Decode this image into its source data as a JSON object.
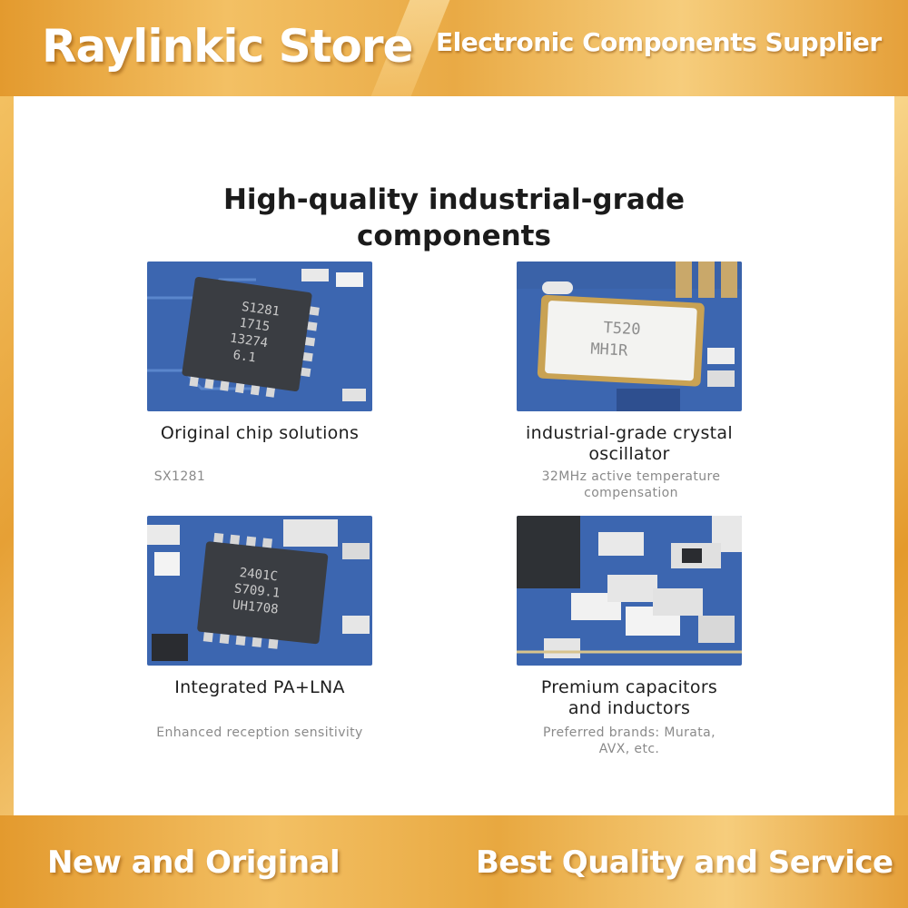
{
  "header": {
    "store_name": "Raylinkic Store",
    "tagline": "Electronic Components Supplier"
  },
  "main": {
    "headline_line1": "High-quality industrial-grade",
    "headline_line2": "components",
    "cards": [
      {
        "title_line1": "Original chip solutions",
        "title_line2": "",
        "subtitle_line1": "SX1281",
        "subtitle_line2": "",
        "chip_marking": [
          "S1281",
          "1715",
          "13274",
          "6.1"
        ]
      },
      {
        "title_line1": "industrial-grade crystal",
        "title_line2": "oscillator",
        "subtitle_line1": "32MHz active temperature",
        "subtitle_line2": "compensation",
        "chip_marking": [
          "T520",
          "MH1R"
        ]
      },
      {
        "title_line1": "Integrated PA+LNA",
        "title_line2": "",
        "subtitle_line1": "Enhanced reception sensitivity",
        "subtitle_line2": "",
        "chip_marking": [
          "2401C",
          "S709.1",
          "UH1708"
        ]
      },
      {
        "title_line1": "Premium capacitors",
        "title_line2": "and inductors",
        "subtitle_line1": "Preferred brands: Murata,",
        "subtitle_line2": "AVX, etc.",
        "chip_marking": []
      }
    ]
  },
  "footer": {
    "left": "New and Original",
    "right": "Best Quality and Service"
  },
  "colors": {
    "gold": "#e9a63c",
    "pcb_blue": "#3b64ad",
    "chip_dark": "#3a3d42"
  }
}
